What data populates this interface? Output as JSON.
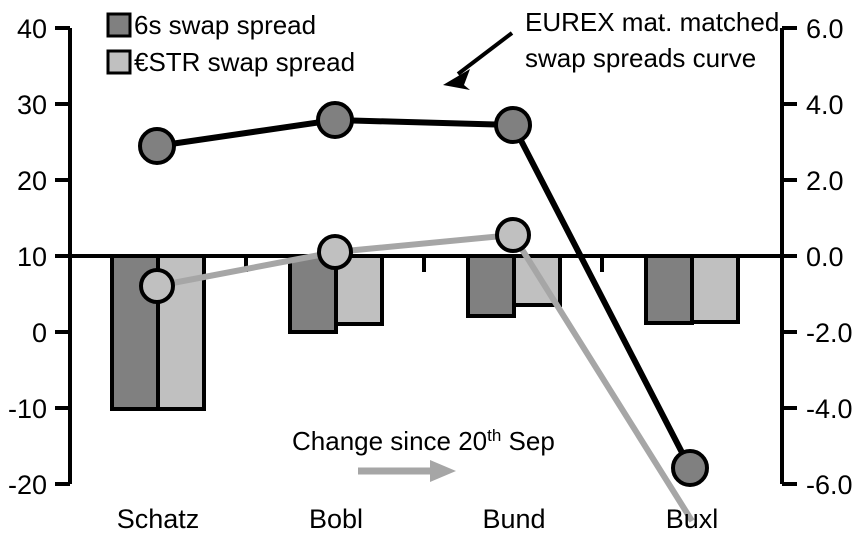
{
  "chart_data": {
    "type": "bar",
    "title": "",
    "subtitle": "",
    "xlabel": "",
    "ylabel": "",
    "y2label": "",
    "categories": [
      "Schatz",
      "Bobl",
      "Bund",
      "Buxl"
    ],
    "grid": false,
    "legend_position": "top-left",
    "left_axis": {
      "ticks": [
        "40",
        "30",
        "20",
        "10",
        "0",
        "-10",
        "-20"
      ],
      "tick_values": [
        40,
        30,
        20,
        10,
        0,
        -10,
        -20
      ],
      "ylim": [
        -20,
        40
      ]
    },
    "right_axis": {
      "ticks": [
        "6.0",
        "4.0",
        "2.0",
        "0.0",
        "-2.0",
        "-4.0",
        "-6.0"
      ],
      "tick_values": [
        6.0,
        4.0,
        2.0,
        0.0,
        -2.0,
        -4.0,
        -6.0
      ],
      "ylim": [
        -6.0,
        6.0
      ]
    },
    "series": [
      {
        "name": "6s swap spread",
        "kind": "bar",
        "axis": "right",
        "color": "#808080",
        "values": [
          -4.05,
          -1.95,
          -1.55,
          -1.75
        ]
      },
      {
        "name": "€STR swap spread",
        "kind": "bar",
        "axis": "right",
        "color": "#c0c0c0",
        "values": [
          -4.05,
          -1.78,
          -1.28,
          -1.72
        ]
      },
      {
        "name": "EUREX mat. matched swap spreads curve",
        "kind": "line",
        "axis": "left",
        "color": "#000000",
        "marker_color": "#808080",
        "values": [
          24.5,
          27.9,
          27.3,
          -18.2
        ]
      },
      {
        "name": "Change since 20th Sep",
        "kind": "line",
        "axis": "left",
        "color": "#a6a6a6",
        "marker_color": "#c0c0c0",
        "values": [
          6.1,
          10.5,
          12.8,
          -19.6
        ]
      }
    ],
    "annotations": [
      {
        "id": "eurex-annotation",
        "line1": "EUREX mat. matched",
        "line2": "swap spreads curve",
        "arrow": true
      },
      {
        "id": "change-annotation",
        "text_prefix": "Change since 20",
        "text_sup": "th",
        "text_suffix": " Sep",
        "arrow": true,
        "arrow_color": "#a6a6a6"
      }
    ]
  },
  "legend": {
    "items": [
      {
        "label": "6s swap spread",
        "swatch_color": "#808080"
      },
      {
        "label": "€STR swap spread",
        "swatch_color": "#c0c0c0"
      }
    ]
  },
  "left_axis_labels": {
    "t0": "40",
    "t1": "30",
    "t2": "20",
    "t3": "10",
    "t4": "0",
    "t5": "-10",
    "t6": "-20"
  },
  "right_axis_labels": {
    "t0": "6.0",
    "t1": "4.0",
    "t2": "2.0",
    "t3": "0.0",
    "t4": "-2.0",
    "t5": "-4.0",
    "t6": "-6.0"
  },
  "category_labels": {
    "c0": "Schatz",
    "c1": "Bobl",
    "c2": "Bund",
    "c3": "Buxl"
  },
  "annotations": {
    "eurex_line1": "EUREX mat. matched",
    "eurex_line2": "swap spreads curve",
    "change_prefix": "Change since 20",
    "change_sup": "th",
    "change_suffix": " Sep"
  },
  "colors": {
    "bar_dark": "#808080",
    "bar_light": "#c0c0c0",
    "line_dark": "#000000",
    "line_light": "#a6a6a6",
    "axis": "#000000",
    "background": "#ffffff"
  }
}
